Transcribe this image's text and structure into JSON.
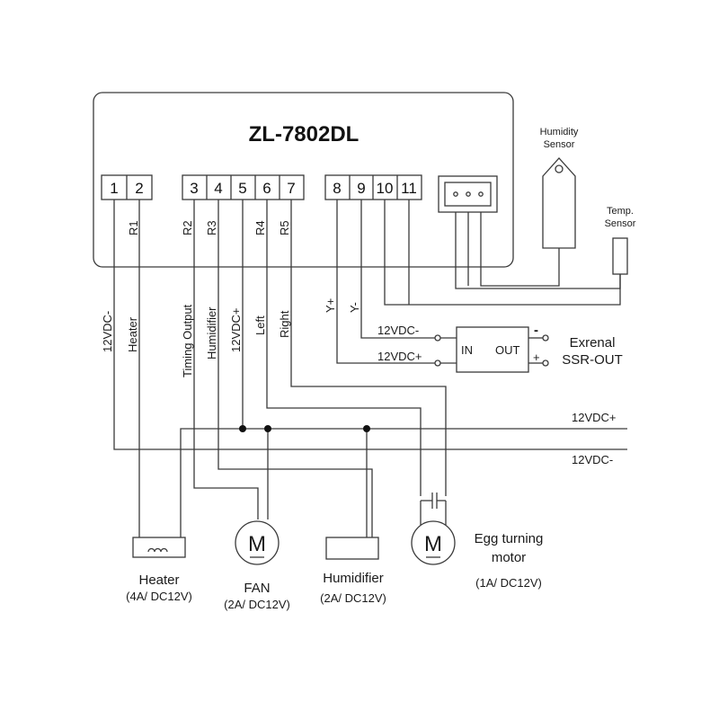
{
  "controller": {
    "model": "ZL-7802DL",
    "terminals": [
      "1",
      "2",
      "3",
      "4",
      "5",
      "6",
      "7",
      "8",
      "9",
      "10",
      "11"
    ],
    "relays": [
      "R1",
      "R2",
      "R3",
      "R4",
      "R5"
    ]
  },
  "terminal_labels": {
    "t1": "12VDC-",
    "t2": "Heater",
    "t3": "Timing Output",
    "t4": "Humidifier",
    "t5": "12VDC+",
    "t6": "Left",
    "t7": "Right",
    "t8": "Y+",
    "t9": "Y-"
  },
  "sensors": {
    "humidity_line1": "Humidity",
    "humidity_line2": "Sensor",
    "temp_line1": "Temp.",
    "temp_line2": "Sensor"
  },
  "ssr": {
    "in_neg": "12VDC-",
    "in_pos": "12VDC+",
    "in_label": "IN",
    "out_label": "OUT",
    "minus": "-",
    "plus": "+",
    "name_line1": "Exrenal",
    "name_line2": "SSR-OUT"
  },
  "buses": {
    "positive": "12VDC+",
    "negative": "12VDC-"
  },
  "loads": {
    "motor_symbol": "M",
    "heater_name": "Heater",
    "heater_rating": "(4A/ DC12V)",
    "fan_name": "FAN",
    "fan_rating": "(2A/ DC12V)",
    "humidifier_name": "Humidifier",
    "humidifier_rating": "(2A/ DC12V)",
    "egg_motor_line1": "Egg turning",
    "egg_motor_line2": "motor",
    "egg_motor_rating": "(1A/ DC12V)"
  }
}
